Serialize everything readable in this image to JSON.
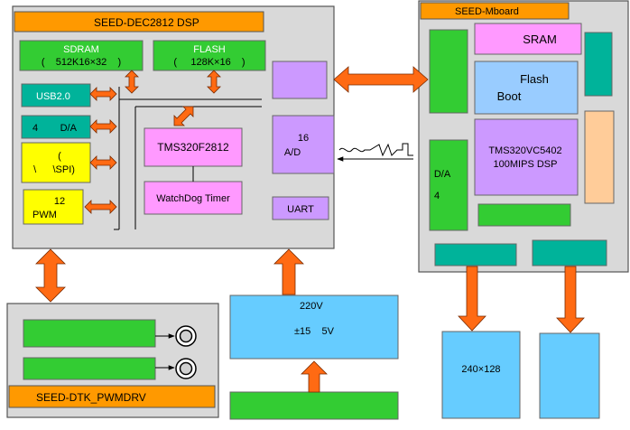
{
  "dsp_board": {
    "title": "SEED-DEC2812 DSP",
    "sdram_line1": "SDRAM",
    "sdram_line2": "(    512K16×32    )",
    "flash_line1": "FLASH",
    "flash_line2": "(     128K×16    )",
    "usb": "USB2.0",
    "da": "4        D/A",
    "spi_line1": "(",
    "spi_line2": "\\      \\SPI)",
    "pwm_line1": "12",
    "pwm_line2": "PWM",
    "cpu": "TMS320F2812",
    "watchdog": "WatchDog Timer",
    "ad_line1": "16",
    "ad_line2": "A/D",
    "uart": "UART"
  },
  "mboard": {
    "title": "SEED-Mboard",
    "sram": "SRAM",
    "flash_line1": "Flash",
    "flash_line2": "Boot",
    "dsp_line1": "TMS320VC5402",
    "dsp_line2": "100MIPS DSP",
    "da_line1": "D/A",
    "da_line2": "4"
  },
  "pwm_board": {
    "title": "SEED-DTK_PWMDRV"
  },
  "power": {
    "line1": "220V",
    "line2": "±15    5V"
  },
  "lcd": {
    "label": "240×128"
  },
  "colors": {
    "board_gray": "#d9d9d9",
    "header_orange": "#ff9900",
    "arrow_orange": "#ff6a13",
    "green": "#33cc33",
    "teal": "#00b39a",
    "yellow": "#ffff00",
    "pink": "#ff99ff",
    "lavender": "#cc99ff",
    "light_blue": "#66ccff",
    "peach": "#ffcc99",
    "flash_blue": "#99ccff"
  }
}
